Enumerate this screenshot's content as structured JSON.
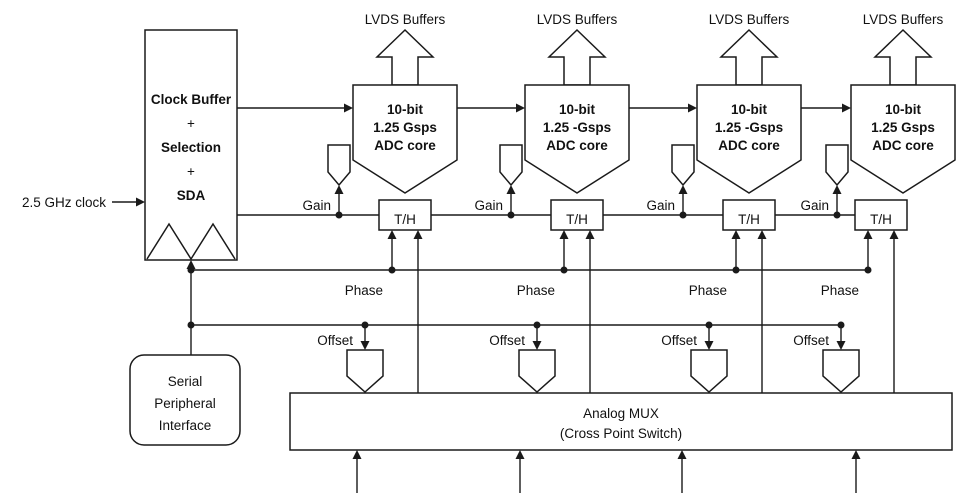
{
  "colors": {
    "line": "#1a1a1a",
    "background": "#ffffff",
    "text": "#111111"
  },
  "clock_input": {
    "label": "2.5 GHz clock"
  },
  "clock_buffer": {
    "line1": "Clock Buffer",
    "plus1": "+",
    "line2": "Selection",
    "plus2": "+",
    "line3": "SDA"
  },
  "spi": {
    "line1": "Serial",
    "line2": "Peripheral",
    "line3": "Interface"
  },
  "mux": {
    "line1": "Analog MUX",
    "line2": "(Cross Point Switch)"
  },
  "channels": [
    {
      "lvds": "LVDS Buffers",
      "core1": "10-bit",
      "core2": "1.25 Gsps",
      "core3": "ADC core",
      "th": "T/H",
      "gain": "Gain",
      "phase": "Phase",
      "offset": "Offset"
    },
    {
      "lvds": "LVDS Buffers",
      "core1": "10-bit",
      "core2": "1.25 -Gsps",
      "core3": "ADC core",
      "th": "T/H",
      "gain": "Gain",
      "phase": "Phase",
      "offset": "Offset"
    },
    {
      "lvds": "LVDS Buffers",
      "core1": "10-bit",
      "core2": "1.25 -Gsps",
      "core3": "ADC core",
      "th": "T/H",
      "gain": "Gain",
      "phase": "Phase",
      "offset": "Offset"
    },
    {
      "lvds": "LVDS Buffers",
      "core1": "10-bit",
      "core2": "1.25 Gsps",
      "core3": "ADC core",
      "th": "T/H",
      "gain": "Gain",
      "phase": "Phase",
      "offset": "Offset"
    }
  ]
}
